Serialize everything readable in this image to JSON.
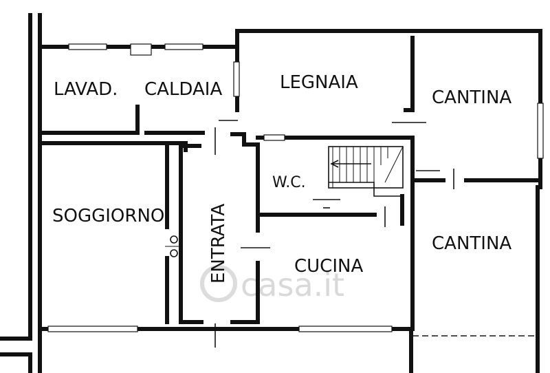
{
  "rooms": {
    "lavanderia": "LAVAD.",
    "caldaia": "CALDAIA",
    "legnaia": "LEGNAIA",
    "cantina_top": "CANTINA",
    "wc": "W.C.",
    "soggiorno": "SOGGIORNO",
    "entrata": "ENTRATA",
    "cucina": "CUCINA",
    "cantina_right": "CANTINA"
  },
  "watermark": {
    "text": "casa.it"
  },
  "colors": {
    "ink": "#111111",
    "watermark": "#d9d9d9",
    "background": "#ffffff"
  }
}
